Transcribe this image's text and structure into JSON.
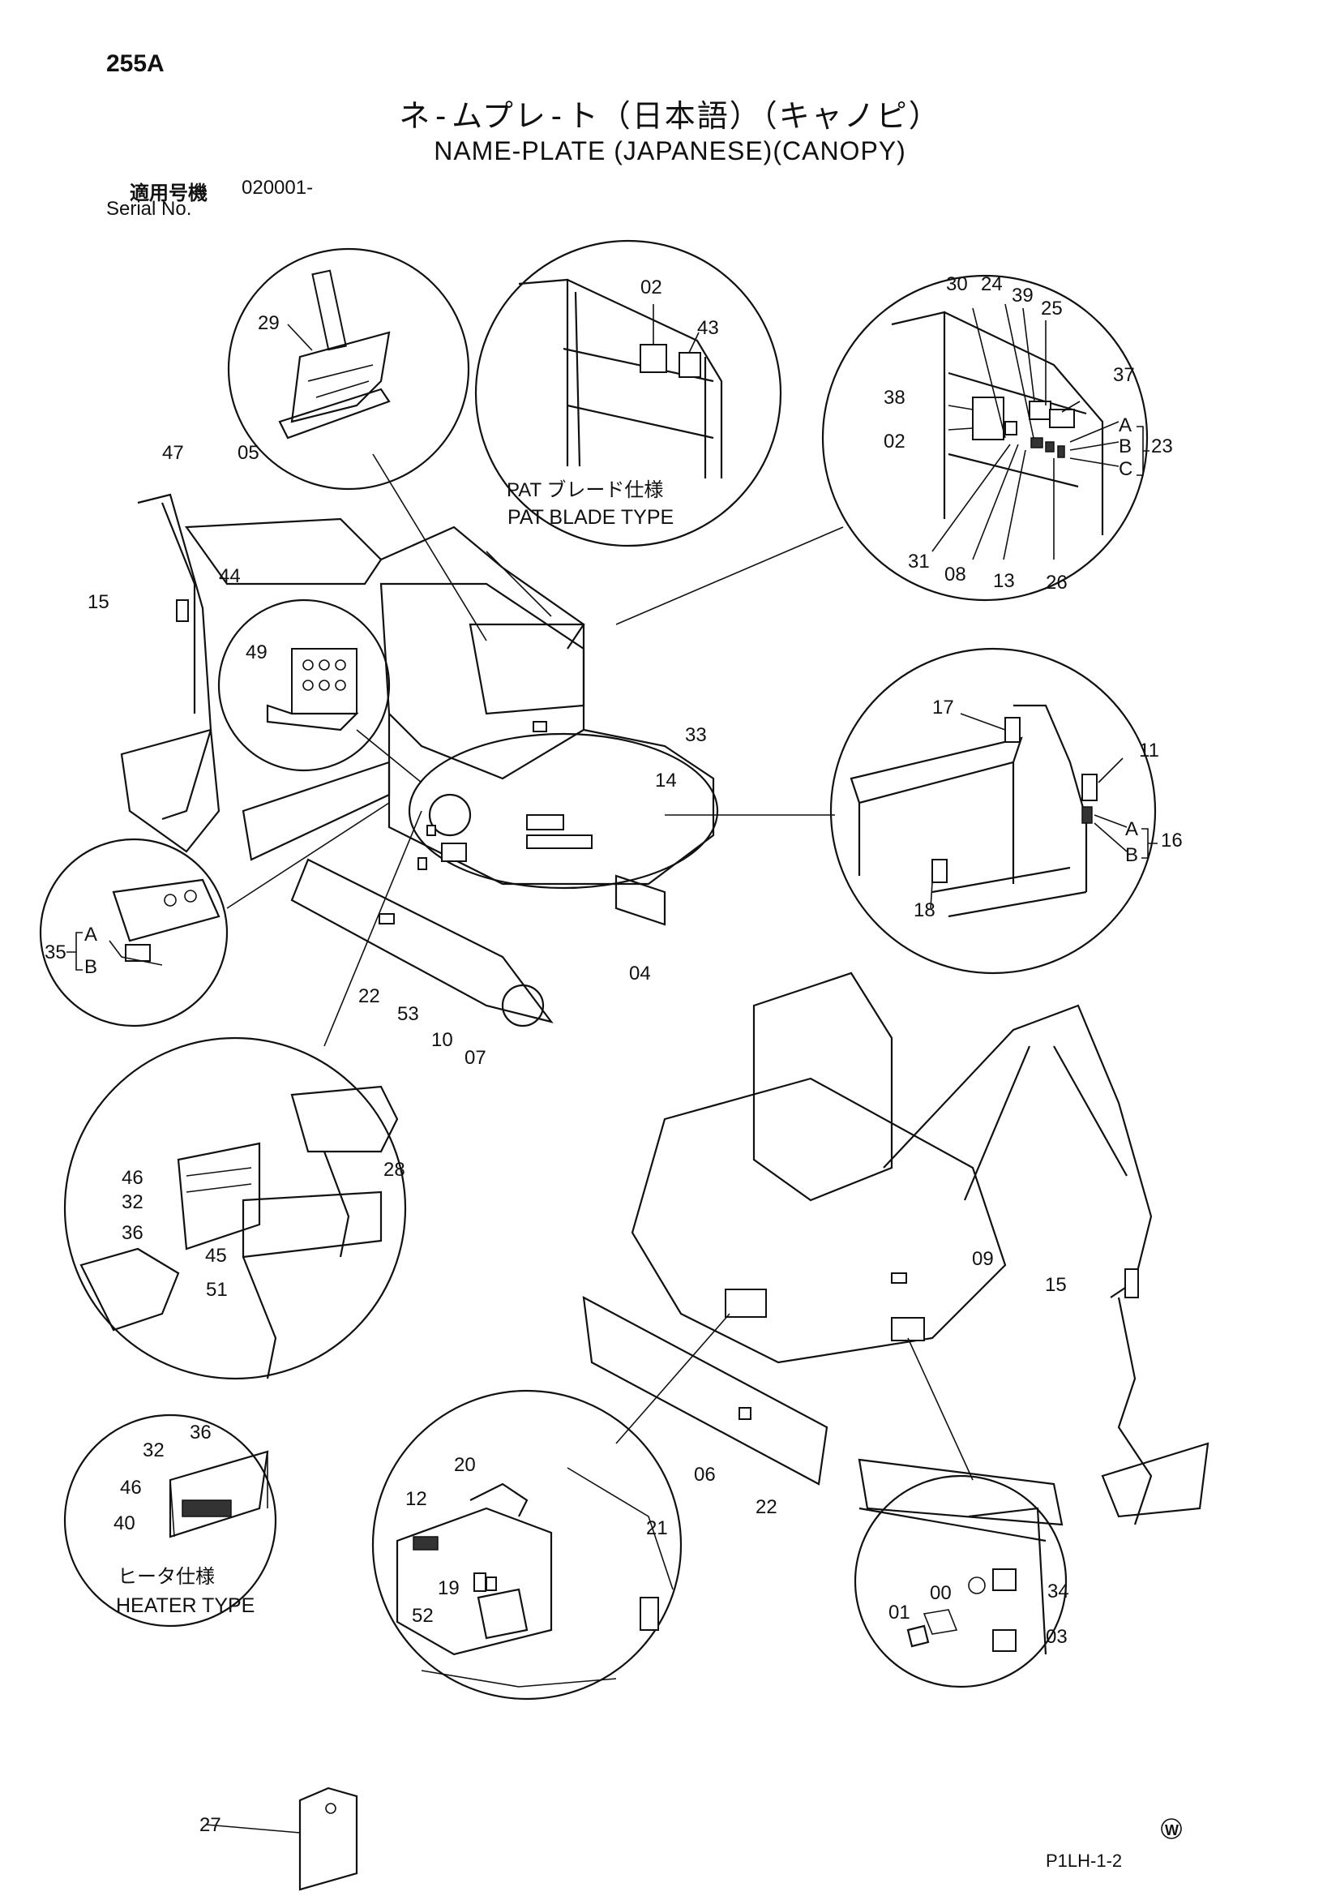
{
  "header": {
    "page_code": "255A",
    "title_jp": "ネ-ムプレ-ト（日本語）（キャノピ）",
    "title_en": "NAME-PLATE (JAPANESE)(CANOPY)",
    "serial_label_jp": "適用号機",
    "serial_range": "020001-",
    "serial_label_en": "Serial No."
  },
  "callouts": {
    "c00": "00",
    "c01": "01",
    "c02": "02",
    "c03": "03",
    "c04": "04",
    "c05": "05",
    "c06": "06",
    "c07": "07",
    "c08": "08",
    "c09": "09",
    "c10": "10",
    "c11": "11",
    "c12": "12",
    "c13": "13",
    "c14": "14",
    "c15": "15",
    "c16": "16",
    "c17": "17",
    "c18": "18",
    "c19": "19",
    "c20": "20",
    "c21": "21",
    "c22": "22",
    "c23": "23",
    "c24": "24",
    "c25": "25",
    "c26": "26",
    "c27": "27",
    "c28": "28",
    "c29": "29",
    "c30": "30",
    "c31": "31",
    "c32": "32",
    "c33": "33",
    "c34": "34",
    "c35": "35",
    "c36": "36",
    "c37": "37",
    "c38": "38",
    "c39": "39",
    "c40": "40",
    "c43": "43",
    "c44": "44",
    "c45": "45",
    "c46": "46",
    "c47": "47",
    "c49": "49",
    "c51": "51",
    "c52": "52",
    "c53": "53",
    "A": "A",
    "B": "B",
    "C": "C"
  },
  "notes": {
    "pat_jp": "PAT  ブレード仕様",
    "pat_en": "PAT BLADE TYPE",
    "heater_jp": "ヒータ仕様",
    "heater_en": "HEATER TYPE"
  },
  "footer": {
    "watermark": "W",
    "drawing_code": "P1LH-1-2"
  }
}
